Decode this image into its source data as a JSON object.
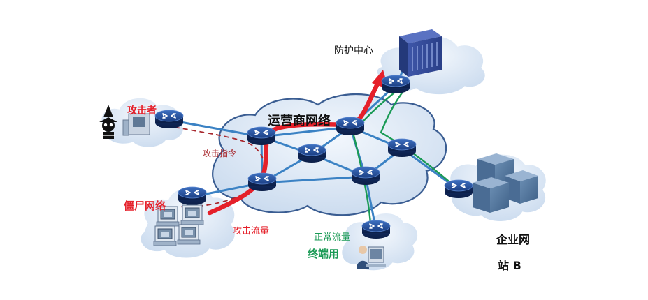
{
  "labels": {
    "operator_network": "运营商网络",
    "protection_center": "防护中心",
    "attacker": "攻击者",
    "attack_command": "攻击指令",
    "botnet": "僵尸网络",
    "attack_traffic": "攻击流量",
    "normal_traffic": "正常流量",
    "end_user": "终端用",
    "enterprise_site_line1": "企业网",
    "enterprise_site_line2": "站 B"
  },
  "colors": {
    "attack_red": "#e5202a",
    "normal_green": "#1a9a55",
    "link_blue": "#3b82c4",
    "router_dark": "#1e3a78",
    "cloud_fill": "#dde8f4",
    "cloud_stroke": "#6b8db8",
    "command_dashed": "#a8282e"
  },
  "icons": {
    "router": "router-icon",
    "server": "server-rack-icon",
    "attacker": "hacker-skull-icon",
    "computer": "computer-icon",
    "enterprise": "server-cluster-icon",
    "user": "user-at-terminal-icon"
  }
}
